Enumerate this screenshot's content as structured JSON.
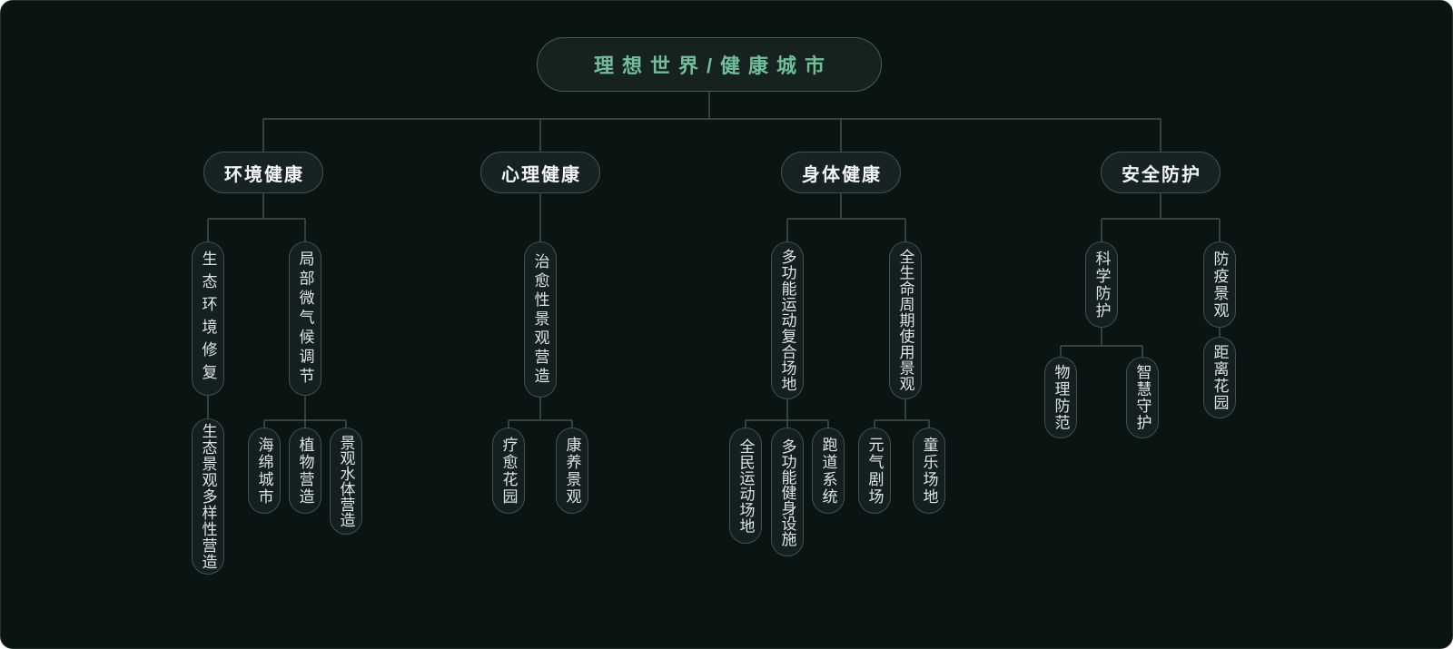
{
  "title": "理想世界/健康城市",
  "colors": {
    "background": "#0a1413",
    "node_background": "#142020",
    "node_border": "#3e514e",
    "root_text": "#72bd9b",
    "branch_text": "#f2f6f5",
    "child_text": "#dde4e2",
    "connector_line": "#4e5d5a"
  },
  "branches": [
    {
      "label": "环境健康",
      "children": [
        {
          "label": "生态环境修复",
          "children": [
            {
              "label": "生态景观多样性营造"
            }
          ]
        },
        {
          "label": "局部微气候调节",
          "children": [
            {
              "label": "海绵城市"
            },
            {
              "label": "植物营造"
            },
            {
              "label": "景观水体营造"
            }
          ]
        }
      ]
    },
    {
      "label": "心理健康",
      "children": [
        {
          "label": "治愈性景观营造",
          "children": [
            {
              "label": "疗愈花园"
            },
            {
              "label": "康养景观"
            }
          ]
        }
      ]
    },
    {
      "label": "身体健康",
      "children": [
        {
          "label": "多功能运动复合场地",
          "children": [
            {
              "label": "全民运动场地"
            },
            {
              "label": "多功能健身设施"
            },
            {
              "label": "跑道系统"
            }
          ]
        },
        {
          "label": "全生命周期使用景观",
          "children": [
            {
              "label": "元气剧场"
            },
            {
              "label": "童乐场地"
            }
          ]
        }
      ]
    },
    {
      "label": "安全防护",
      "children": [
        {
          "label": "科学防护",
          "children": [
            {
              "label": "物理防范"
            },
            {
              "label": "智慧守护"
            }
          ]
        },
        {
          "label": "防疫景观",
          "children": [
            {
              "label": "距离花园"
            }
          ]
        }
      ]
    }
  ]
}
